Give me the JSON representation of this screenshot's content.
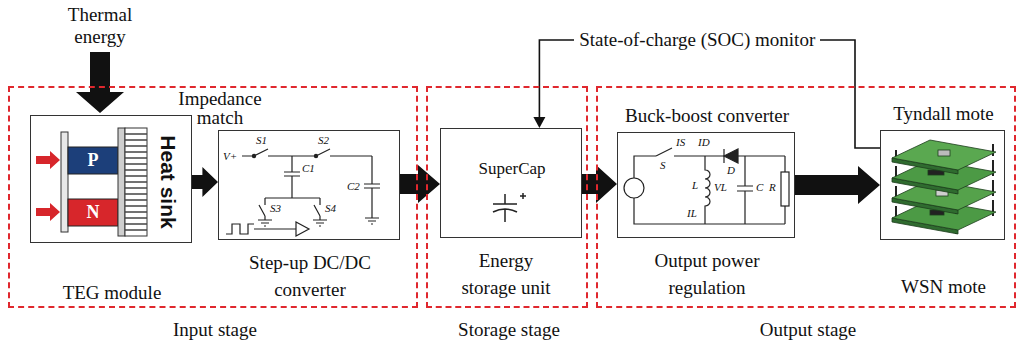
{
  "diagram": {
    "nodes": [
      {
        "text": [
          "Input stage"
        ]
      },
      {
        "text": [
          "TEG module"
        ],
        "in": 0
      },
      {
        "text": [
          "Step-up DC/DC converter"
        ],
        "in": 0
      },
      {
        "text": [
          "Storage stage"
        ]
      },
      {
        "text": [
          "SuperCap",
          "Energy storage unit"
        ],
        "in": 3
      },
      {
        "text": [
          "Output stage"
        ]
      },
      {
        "text": [
          "Buck-boost converter",
          "Output power regulation"
        ],
        "in": 5
      },
      {
        "text": [
          "Tyndall mote",
          "WSN mote"
        ],
        "in": 5
      }
    ],
    "edges": [
      {
        "from": 1,
        "to": 2,
        "arrow": "to"
      },
      {
        "from": 2,
        "to": 4,
        "arrow": "to"
      },
      {
        "from": 4,
        "to": 6,
        "arrow": "to"
      },
      {
        "from": 6,
        "to": 7,
        "arrow": "to"
      },
      {
        "from": 7,
        "to": 4,
        "arrow": "to",
        "label": "State-of-charge (SOC) monitor"
      }
    ],
    "labels": [
      "Thermal energy",
      "Impedance match",
      "P",
      "N",
      "Heat sink",
      "V+",
      "S1",
      "C1",
      "S2",
      "S3",
      "S4",
      "C2",
      "IS",
      "ID",
      "S",
      "D",
      "L",
      "VL",
      "IL",
      "C",
      "R"
    ]
  }
}
